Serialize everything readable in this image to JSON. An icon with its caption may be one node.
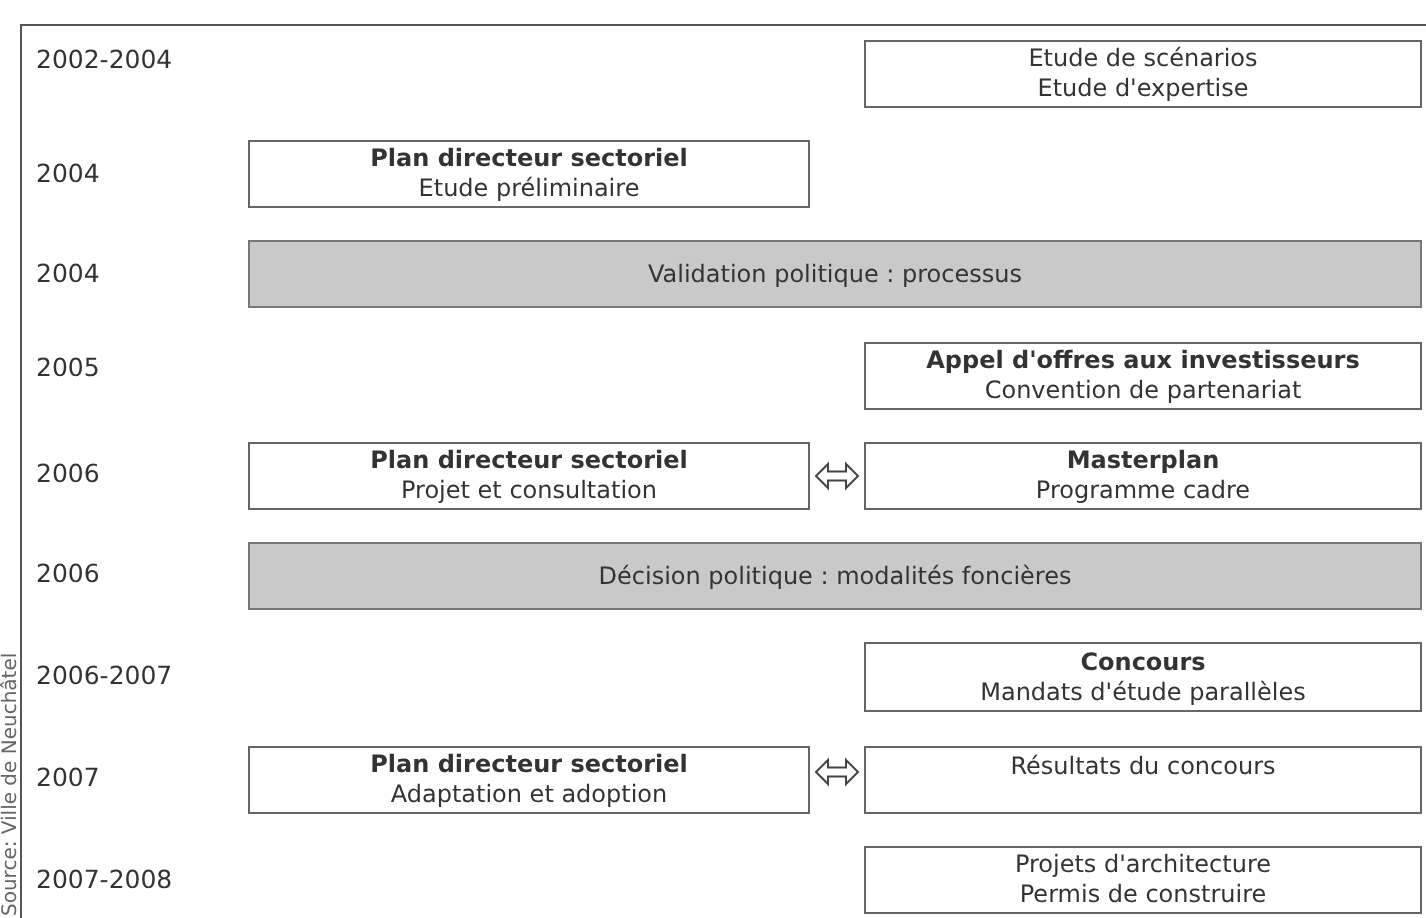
{
  "diagram": {
    "nodes": [
      {
        "text": [
          "Etude de scénarios",
          "Etude d'expertise"
        ]
      },
      {
        "text": [
          "Plan directeur sectoriel",
          "Etude préliminaire"
        ]
      },
      {
        "text": [
          "Validation politique : processus"
        ]
      },
      {
        "text": [
          "Appel d'offres aux investisseurs",
          "Convention de partenariat"
        ]
      },
      {
        "text": [
          "Plan directeur sectoriel",
          "Projet et consultation"
        ]
      },
      {
        "text": [
          "Masterplan",
          "Programme cadre"
        ]
      },
      {
        "text": [
          "Décision politique : modalités foncières"
        ]
      },
      {
        "text": [
          "Concours",
          "Mandats d'étude parallèles"
        ]
      },
      {
        "text": [
          "Plan directeur sectoriel",
          "Adaptation et adoption"
        ]
      },
      {
        "text": [
          "Résultats du concours"
        ]
      },
      {
        "text": [
          "Projets d'architecture",
          "Permis de construire"
        ]
      }
    ],
    "edges": [
      {
        "from": 4,
        "to": 5,
        "arrow": "both"
      },
      {
        "from": 8,
        "to": 9,
        "arrow": "both"
      }
    ],
    "labels": [
      "2002-2004",
      "2004",
      "2004",
      "2005",
      "2006",
      "2006",
      "2006-2007",
      "2007",
      "2007-2008",
      "Source: Ville de Neuchâtel"
    ]
  }
}
